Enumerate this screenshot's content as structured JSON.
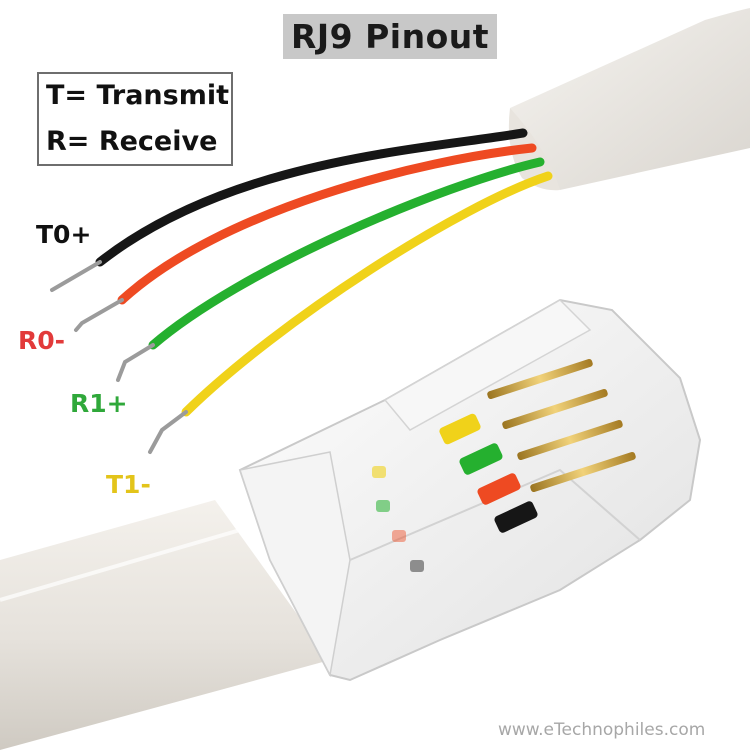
{
  "title": "RJ9 Pinout",
  "legend": {
    "transmit": "T= Transmit",
    "receive": "R= Receive"
  },
  "pins": [
    {
      "label": "T0+",
      "wire_color": "#161616",
      "label_color": "#111111"
    },
    {
      "label": "R0-",
      "wire_color": "#ee4a22",
      "label_color": "#e23a3a"
    },
    {
      "label": "R1+",
      "wire_color": "#25b02f",
      "label_color": "#2fa83a"
    },
    {
      "label": "T1-",
      "wire_color": "#f0d21a",
      "label_color": "#e3c41a"
    }
  ],
  "watermark": "www.eTechnophiles.com"
}
